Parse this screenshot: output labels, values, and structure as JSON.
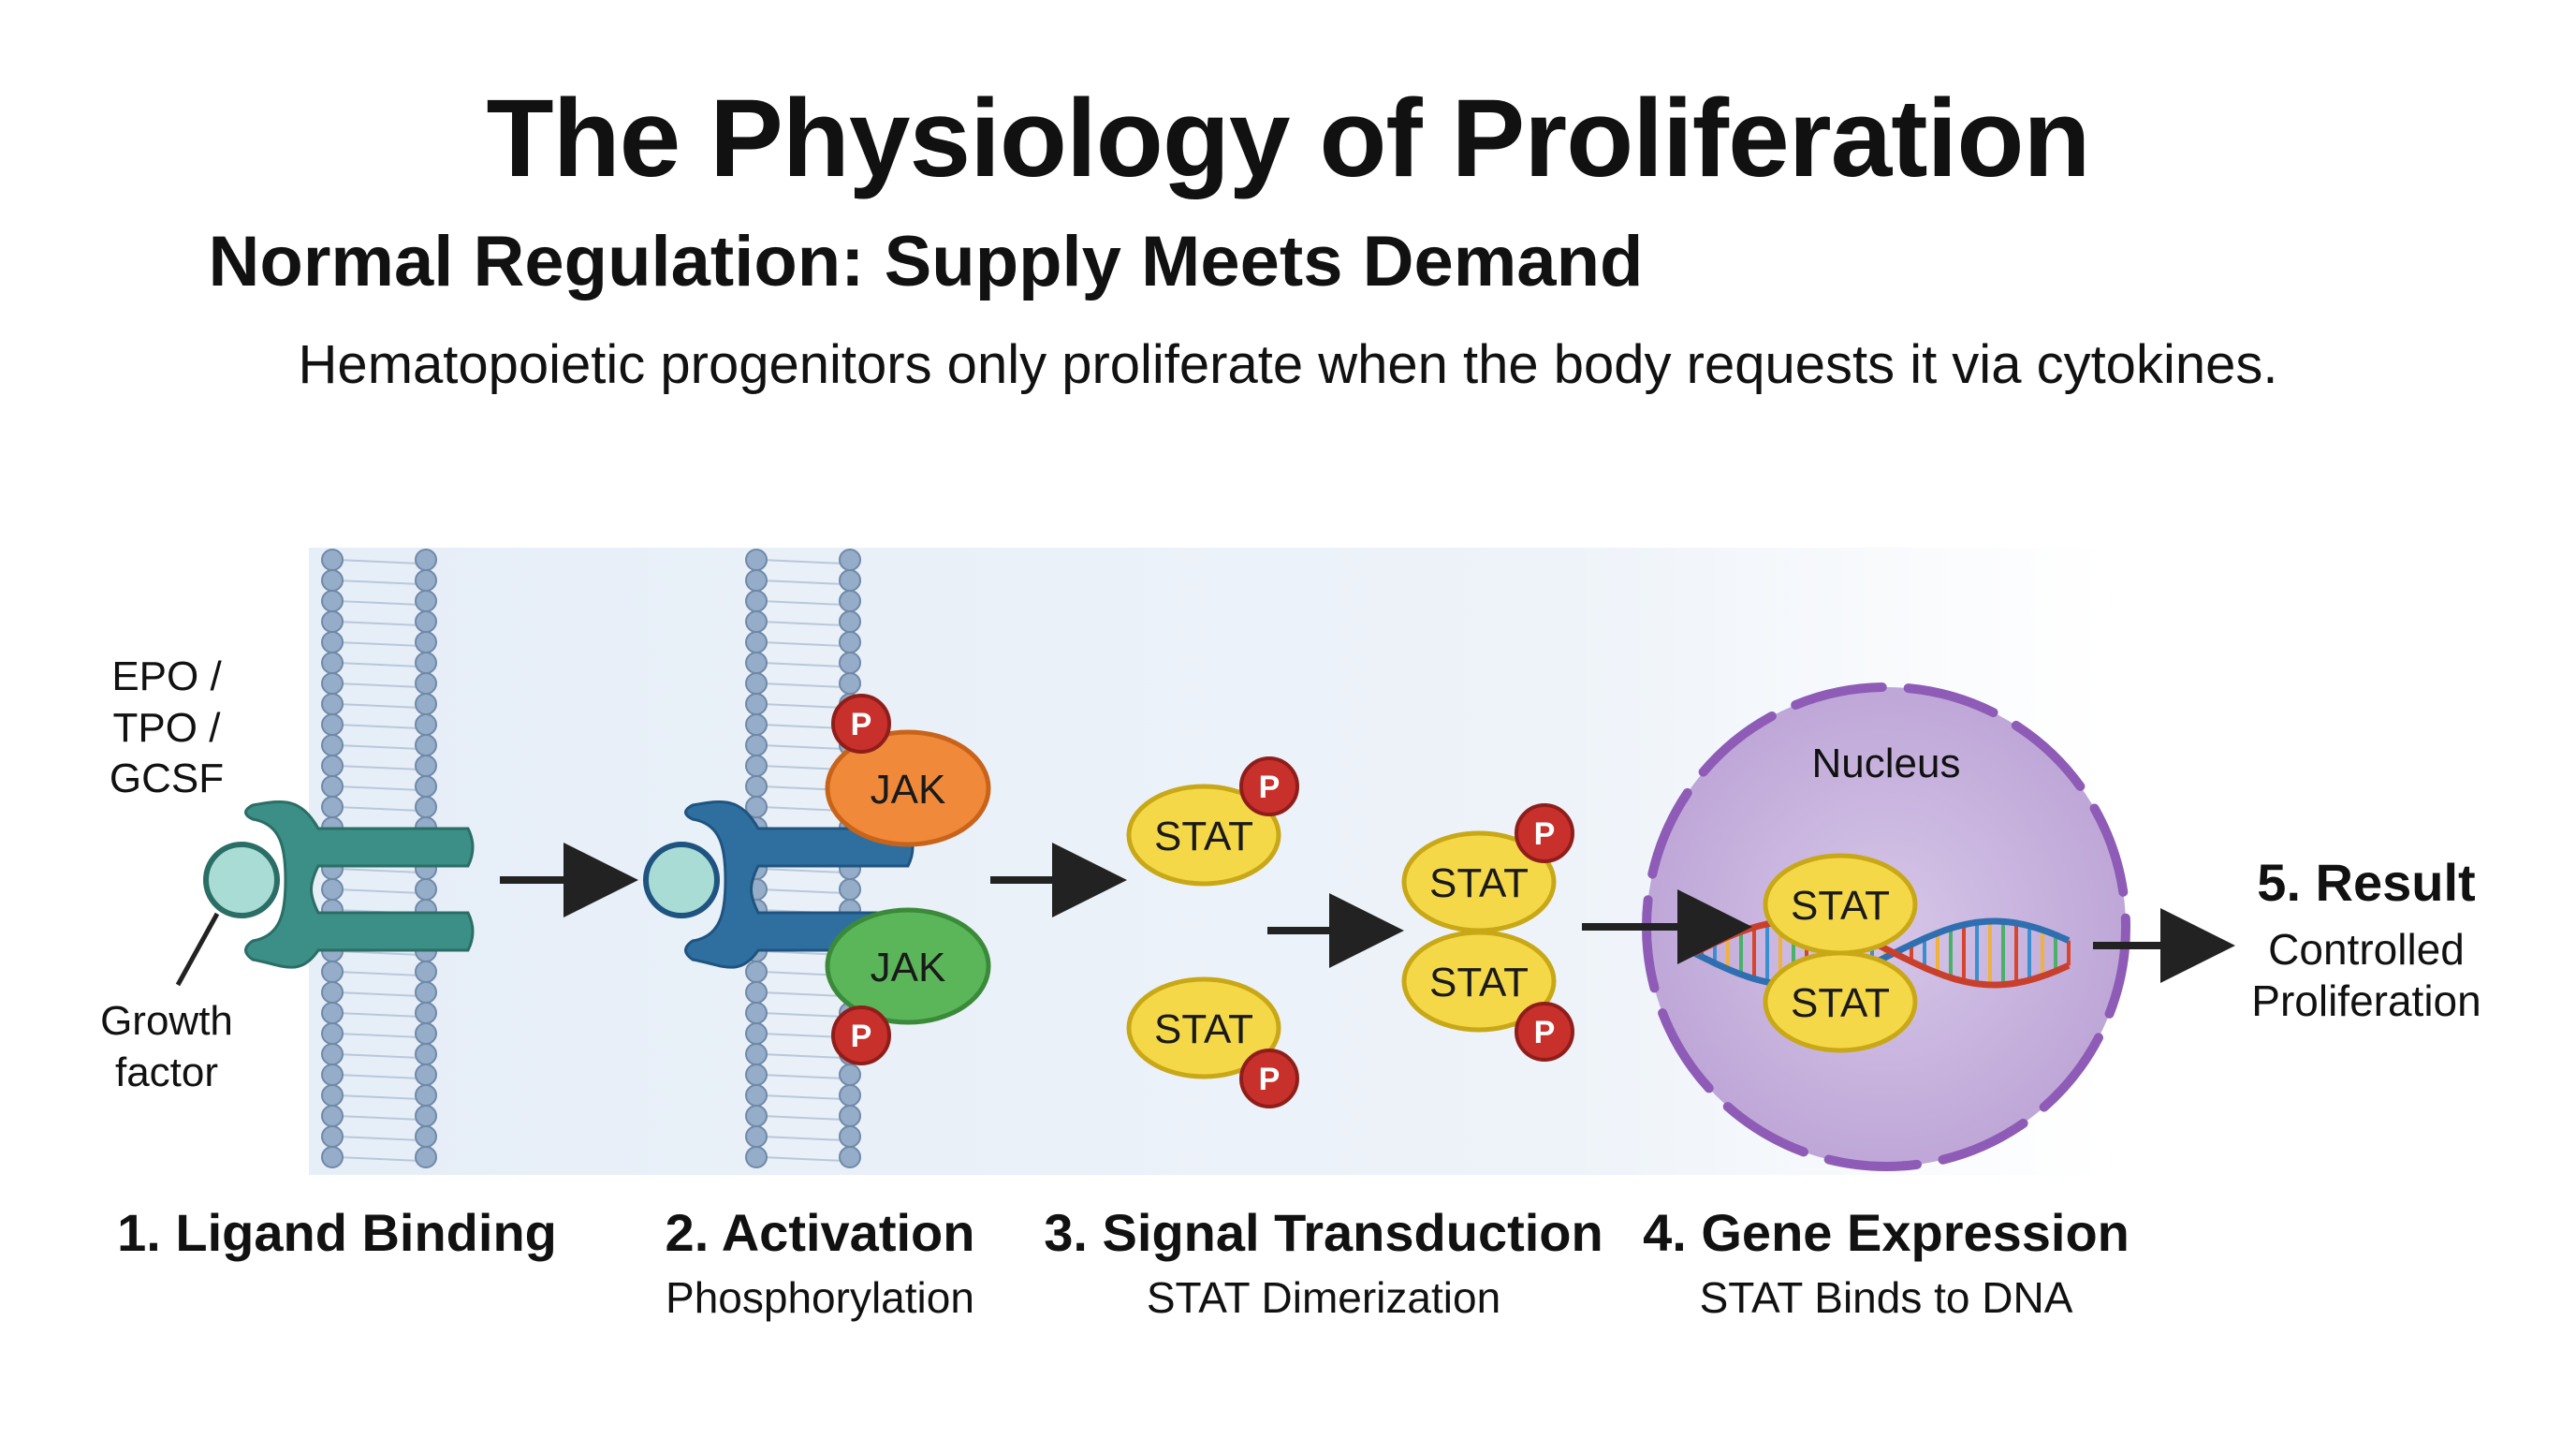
{
  "title": "The Physiology of Proliferation",
  "subtitle": "Normal Regulation: Supply Meets Demand",
  "description": "Hematopoietic progenitors only proliferate when the body requests it via cytokines.",
  "ligand_label": {
    "line1": "EPO /",
    "line2": "TPO /",
    "line3": "GCSF"
  },
  "growth_factor_label": {
    "line1": "Growth",
    "line2": "factor"
  },
  "molecules": {
    "jak": "JAK",
    "stat": "STAT",
    "phosphate": "P",
    "nucleus": "Nucleus"
  },
  "steps": [
    {
      "title": "1. Ligand Binding",
      "subtitle": ""
    },
    {
      "title": "2. Activation",
      "subtitle": "Phosphorylation"
    },
    {
      "title": "3. Signal Transduction",
      "subtitle": "STAT Dimerization"
    },
    {
      "title": "4. Gene Expression",
      "subtitle": "STAT Binds to DNA"
    }
  ],
  "result": {
    "title": "5. Result",
    "line1": "Controlled",
    "line2": "Proliferation"
  },
  "colors": {
    "receptor_step1": "#3c8f86",
    "receptor_step2": "#2f6fa0",
    "membrane": "#8fa8c4",
    "jak_orange": "#f08a3a",
    "jak_green": "#5bb65a",
    "stat_yellow": "#f5d848",
    "phosphate_red": "#c8302c",
    "nucleus_fill": "#c6b1dc",
    "nucleus_border": "#8e5cb6",
    "panel_bg": "#e9f0f8"
  }
}
